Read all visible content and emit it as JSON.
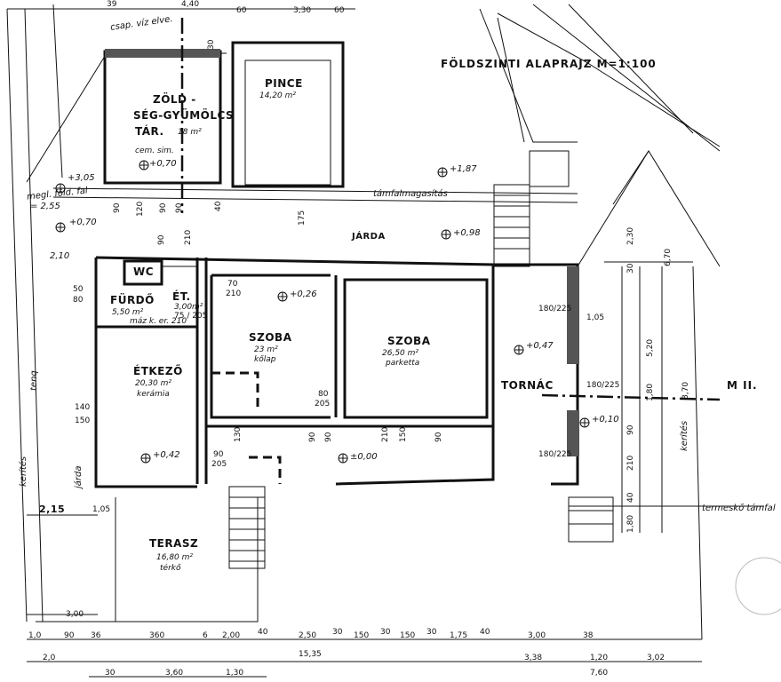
{
  "title": "FÖLDSZINTI  ALAPRAJZ  M=1:100",
  "section_marker": "M II.",
  "rooms": {
    "zoldseg": {
      "name_l1": "ZÖLD -",
      "name_l2": "SÉG-GYÜMÖLCS",
      "name_l3": "TÁR.",
      "area": "18 m²",
      "floor": "cem. sim.",
      "level": "+0,70"
    },
    "pince": {
      "name": "PINCE",
      "area": "14,20 m²"
    },
    "wc": {
      "name": "WC"
    },
    "furdo": {
      "name": "FÜRDŐ",
      "area": "5,50 m²",
      "floor": "máz k. er. 210"
    },
    "et": {
      "name": "ÉT.",
      "area": "3,00m²",
      "dims": "75 / 205"
    },
    "etkezo": {
      "name": "ÉTKEZŐ",
      "area": "20,30 m²",
      "floor": "kerámia"
    },
    "szoba1": {
      "name": "SZOBA",
      "area": "23 m²",
      "floor": "kőlap",
      "level": "+0,26"
    },
    "szoba2": {
      "name": "SZOBA",
      "area": "26,50 m²",
      "floor": "parketta"
    },
    "tornac": {
      "name": "TORNÁC",
      "level": "+0,47"
    },
    "terasz": {
      "name": "TERASZ",
      "area": "16,80 m²",
      "floor": "térkő"
    },
    "jarda": {
      "name": "JÁRDA",
      "level": "+0,98"
    }
  },
  "notes": {
    "csap": "csap. víz elve.",
    "tamfal_top": "támfalmagasítás",
    "megl_foldfal": "megl. föld. fal",
    "level_305": "+3,05",
    "level_255": "= 2,55",
    "level_070": "+0,70",
    "level_187": "+1,87",
    "level_042": "+0,42",
    "level_000": "±0,00",
    "level_010": "+0,10",
    "level_210": "2,10",
    "kerites_left": "kerítés",
    "tenq": "tenq",
    "jarda_side": "járda",
    "kerites_right": "kerítés",
    "termeszko": "termeskő támfal"
  },
  "dims_top": [
    "39",
    "4,40",
    "60",
    "3,30",
    "60"
  ],
  "dims_bottom_1": [
    "1,0",
    "90",
    "36",
    "360",
    "6",
    "2,00",
    "40",
    "2,50",
    "30",
    "150",
    "30",
    "150",
    "30",
    "1,75",
    "40",
    "3,00",
    "38"
  ],
  "dims_bottom_2": [
    "2,0",
    "15,35",
    "3,38",
    "1,20",
    "3,02"
  ],
  "dims_bottom_3": [
    "30",
    "3,60",
    "1,30",
    "7,60"
  ],
  "dims_left": [
    "2,15",
    "1,05",
    "3,00"
  ],
  "dims_misc": [
    "90",
    "120",
    "90",
    "90",
    "40",
    "90",
    "210",
    "175",
    "30",
    "50",
    "80",
    "140",
    "150",
    "90",
    "205",
    "130",
    "90",
    "90",
    "210",
    "150",
    "90",
    "80",
    "205",
    "70",
    "210",
    "180/225",
    "1,05",
    "180/225",
    "180/225",
    "2,30",
    "6,70",
    "8,70",
    "5,20",
    "1,80",
    "30",
    "90",
    "210",
    "1,80",
    "40"
  ]
}
